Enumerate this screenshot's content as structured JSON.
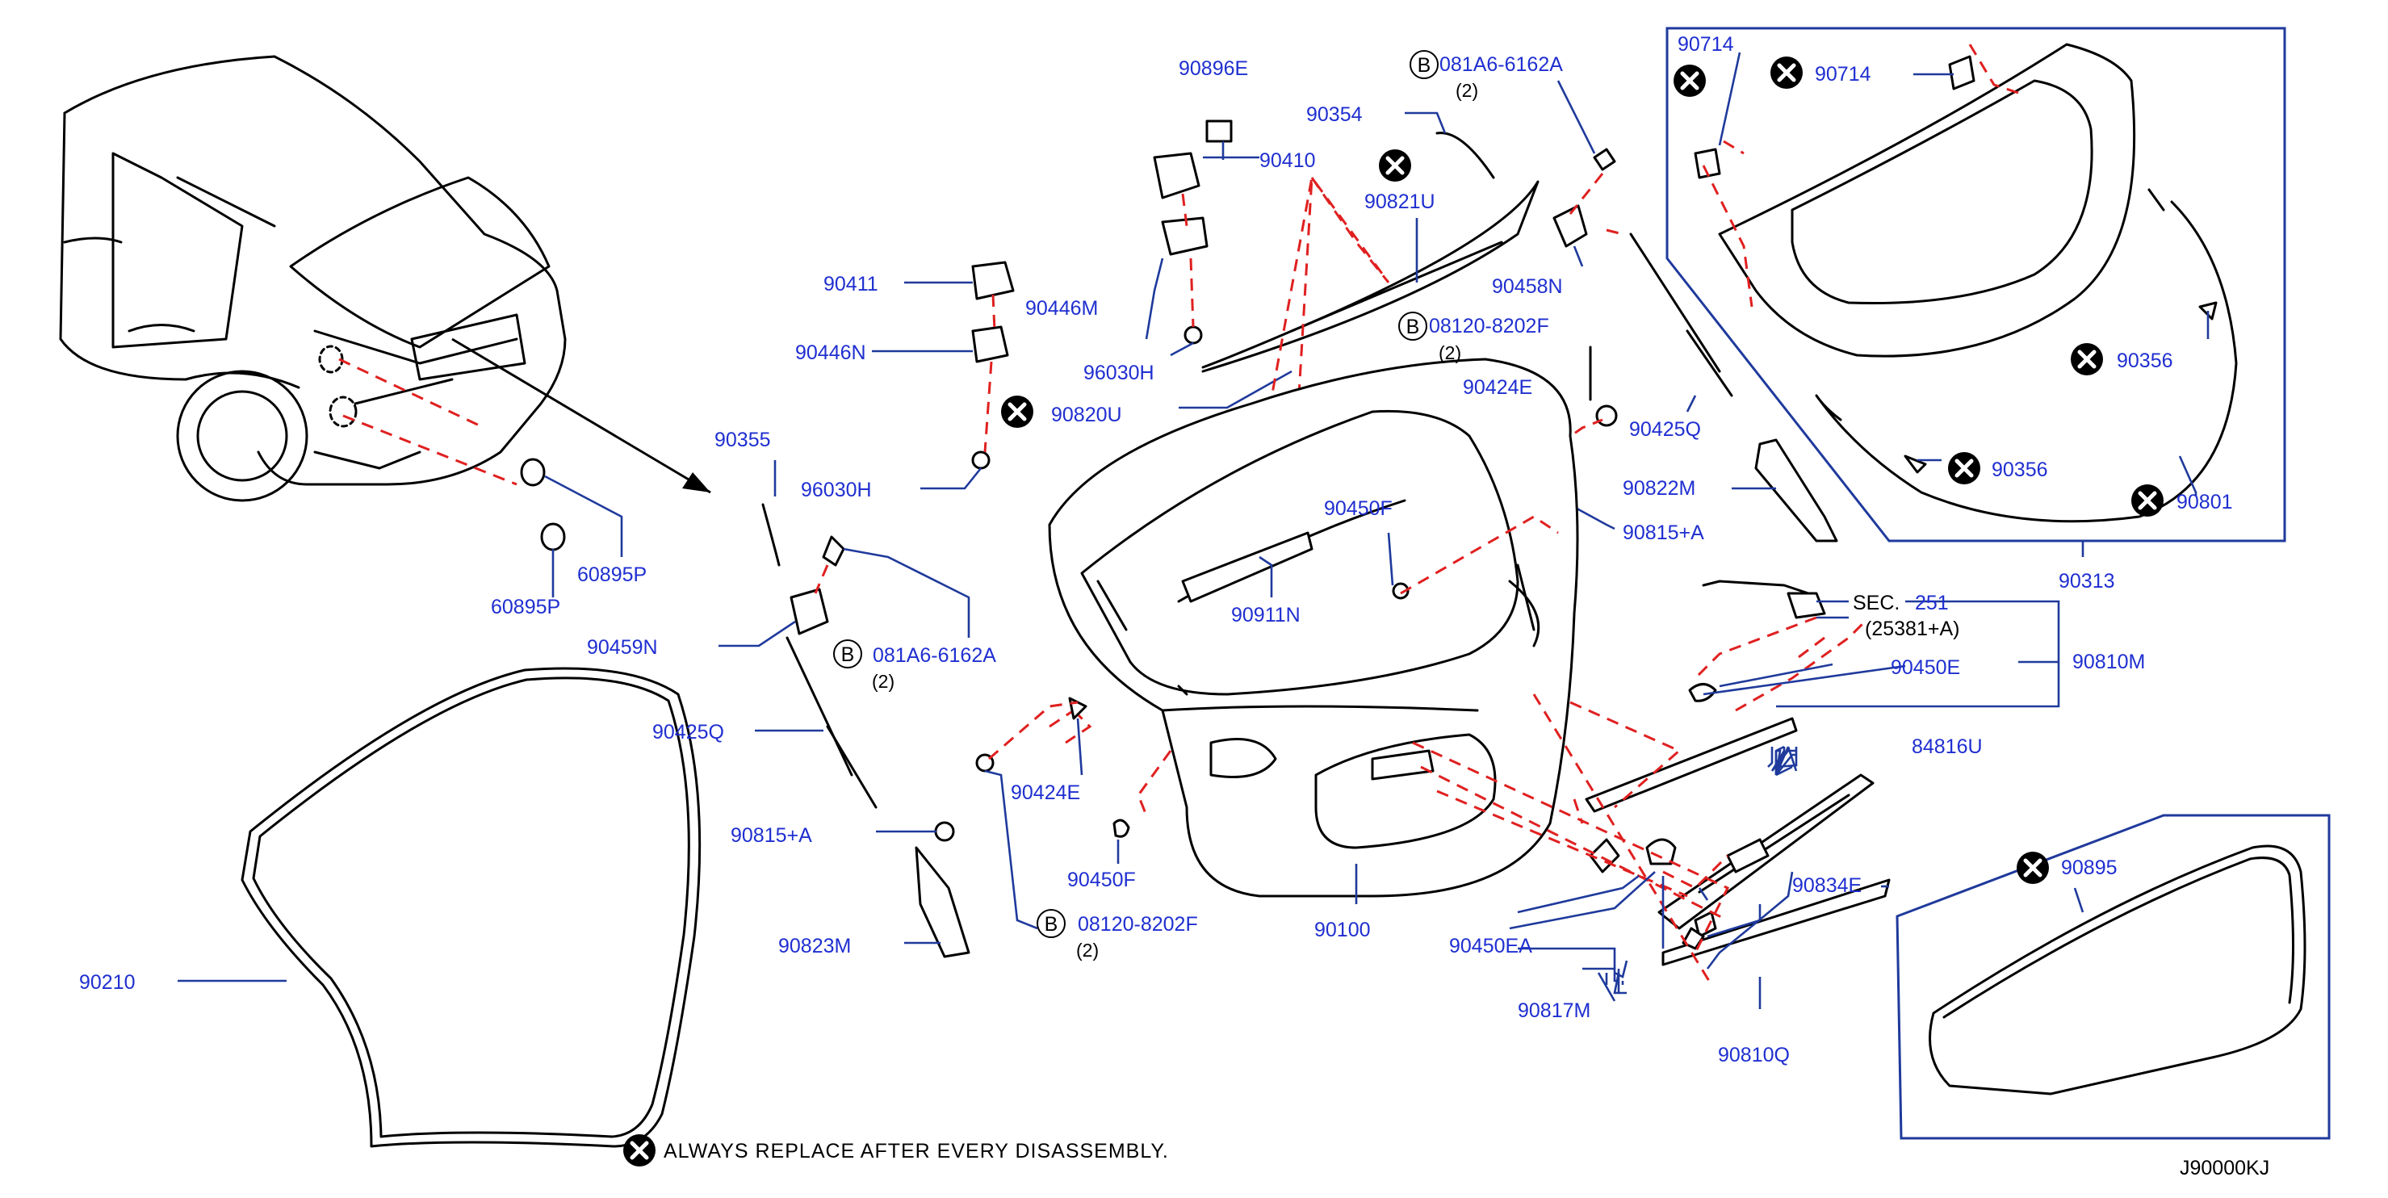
{
  "diagram": {
    "title_code": "J90000KJ",
    "legend": "ALWAYS  REPLACE  AFTER  EVERY  DISASSEMBLY.",
    "labels": {
      "p90896E": "90896E",
      "p90354": "90354",
      "p90410": "90410",
      "p90821U": "90821U",
      "p90411": "90411",
      "p90446M": "90446M",
      "p90446N": "90446N",
      "p96030H_a": "96030H",
      "p90820U": "90820U",
      "p96030H_b": "96030H",
      "p90355": "90355",
      "p60895P_a": "60895P",
      "p60895P_b": "60895P",
      "p90459N": "90459N",
      "p081A6_a": "081A6-6162A",
      "p081A6_b": "081A6-6162A",
      "p90425Q_a": "90425Q",
      "p90425Q_b": "90425Q",
      "p90815A_a": "90815+A",
      "p90815A_b": "90815+A",
      "p90424E_a": "90424E",
      "p90424E_b": "90424E",
      "p90450F_a": "90450F",
      "p90450F_b": "90450F",
      "p90823M": "90823M",
      "p08120_a": "08120-8202F",
      "p08120_b": "08120-8202F",
      "p90210": "90210",
      "p90911N": "90911N",
      "p90458N": "90458N",
      "p90822M": "90822M",
      "p90100": "90100",
      "p90450EA": "90450EA",
      "p90817M": "90817M",
      "p84816U": "84816U",
      "p90834E": "90834E",
      "p90810Q": "90810Q",
      "p90450E": "90450E",
      "p90810M": "90810M",
      "p90714_a": "90714",
      "p90714_b": "90714",
      "p90356_a": "90356",
      "p90356_b": "90356",
      "p90801": "90801",
      "p90313": "90313",
      "p90895": "90895",
      "sec_label": "SEC.",
      "sec_num": "251",
      "sec_sub": "(25381+A)"
    },
    "qty": {
      "q1": "(2)",
      "q2": "(2)",
      "q3": "(2)",
      "q4": "(2)"
    },
    "bolt_prefix": {
      "b1": "B",
      "b2": "B",
      "b3": "B",
      "b4": "B"
    },
    "colors": {
      "part_number": "#1f2fd0",
      "leader_line": "#1f3a9c",
      "dashed_guide": "#e02020",
      "line_art": "#000000"
    },
    "icons": {
      "replace_marker": "x-circle-icon",
      "bolt_marker": "circled-b-icon"
    }
  }
}
